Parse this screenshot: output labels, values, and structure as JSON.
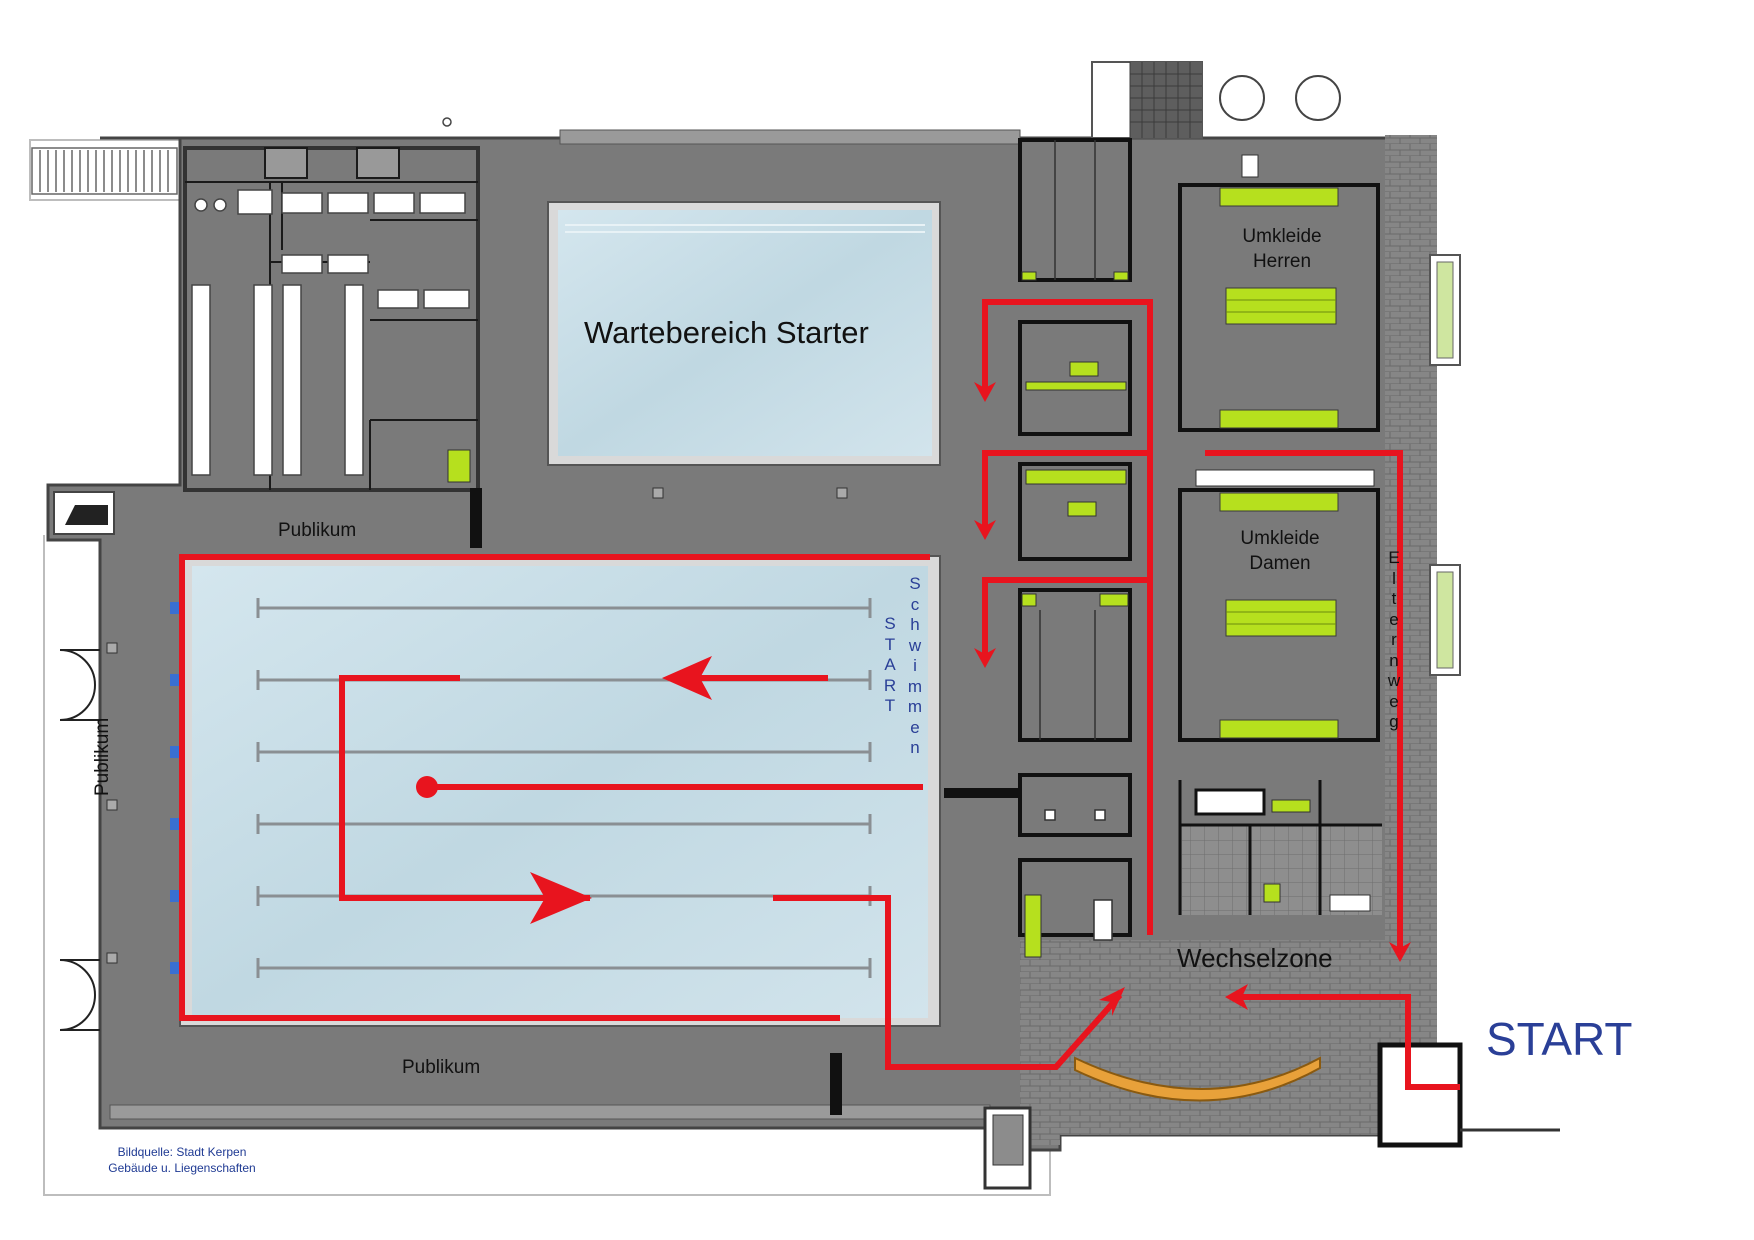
{
  "labels": {
    "waiting_area": "Wartebereich Starter",
    "changing_men": [
      "Umkleide",
      "Herren"
    ],
    "changing_women": [
      "Umkleide",
      "Damen"
    ],
    "spectators_top": "Publikum",
    "spectators_left": "Publikum",
    "spectators_bottom": "Publikum",
    "transition_zone": "Wechselzone",
    "start_main": "START",
    "start_swim_letters": [
      "S",
      "T",
      "A",
      "R",
      "T"
    ],
    "swim_letters": [
      "S",
      "c",
      "h",
      "w",
      "i",
      "m",
      "m",
      "e",
      "n"
    ],
    "parents_way_letters": [
      "E",
      "l",
      "t",
      "e",
      "r",
      "n",
      "w",
      "e",
      "g"
    ]
  },
  "credit": {
    "line1": "Bildquelle: Stadt Kerpen",
    "line2": "Gebäude u. Liegenschaften"
  },
  "colors": {
    "floor": "#7a7a7a",
    "wall": "#111111",
    "water": "#c9dfe8",
    "route": "#e8141e",
    "bench": "#b6e01e",
    "tile": "#8c8c8c",
    "counter": "#e8a13a",
    "start_text": "#2a3f97",
    "lane_block": "#3a6fd1"
  },
  "icons": [
    "route-arrow-icon",
    "start-dot-icon",
    "stairs-icon",
    "door-swing-icon"
  ]
}
